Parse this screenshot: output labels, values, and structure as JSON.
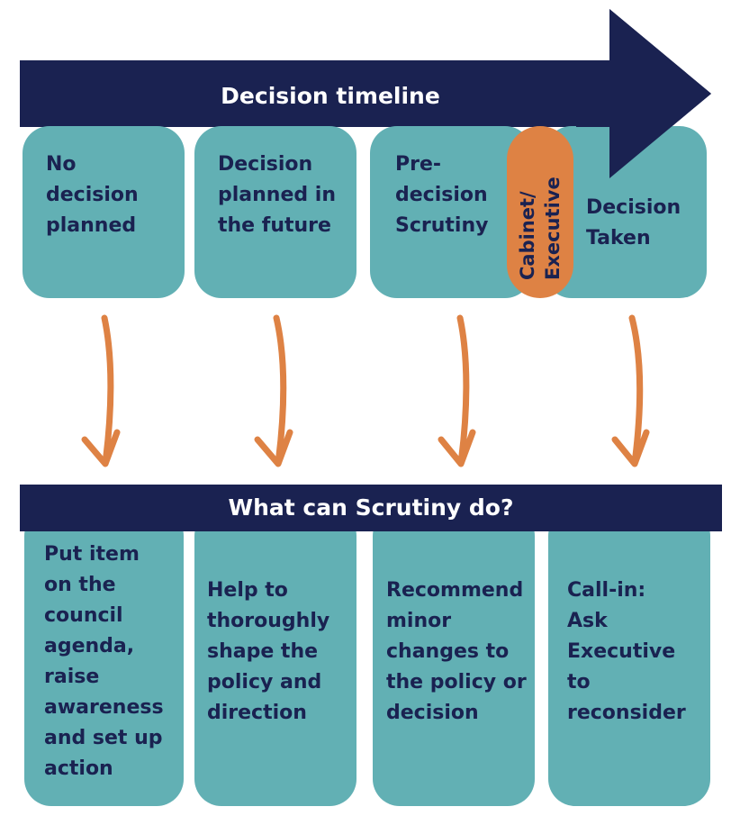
{
  "timeline": {
    "title": "Decision timeline",
    "stages": [
      "No\ndecision\nplanned",
      "Decision\nplanned in\nthe future",
      "Pre-\ndecision\nScrutiny",
      "Decision\nTaken"
    ],
    "cabinet_label": "Cabinet/\nExecutive"
  },
  "scrutiny": {
    "title": "What can Scrutiny do?",
    "actions": [
      "Put item\non the\ncouncil\nagenda,\nraise\nawareness\nand set up\naction",
      "Help to\nthoroughly\nshape the\npolicy and\ndirection",
      "Recommend\nminor\nchanges to\nthe policy or\ndecision",
      "Call-in:\nAsk\nExecutive\nto\nreconsider"
    ]
  },
  "colors": {
    "navy": "#1a2251",
    "teal": "#62b0b4",
    "orange": "#de8244"
  }
}
